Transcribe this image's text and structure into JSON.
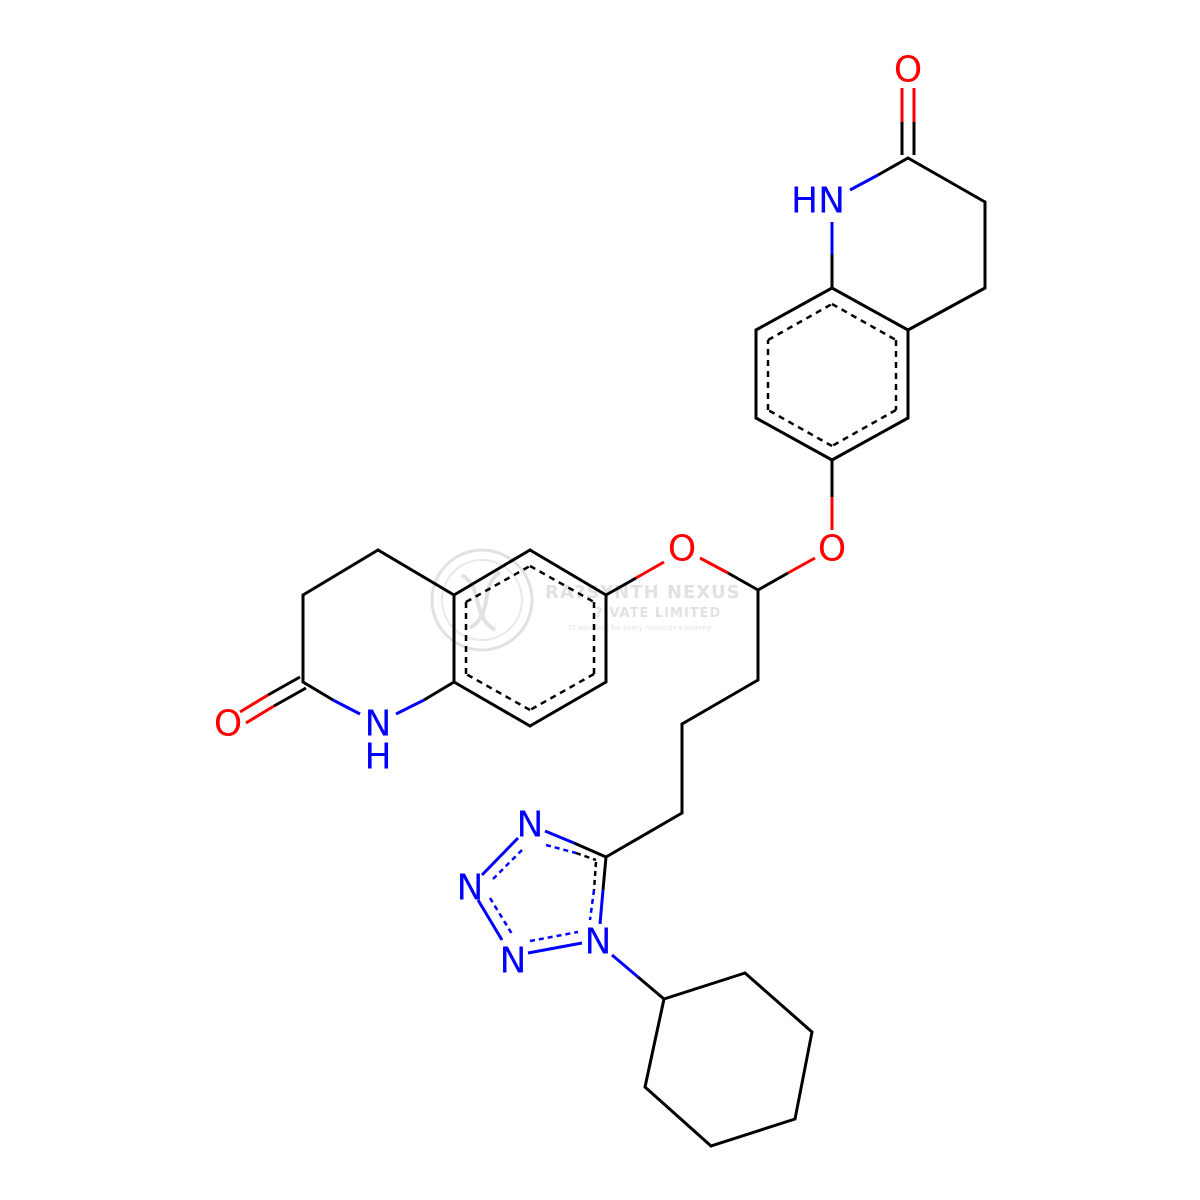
{
  "colors": {
    "carbon_bond": "#000000",
    "nitrogen": "#0000ff",
    "oxygen": "#ff0000",
    "watermark": "#c7ccc7"
  },
  "watermark": {
    "title": "RA?SYNTH NEXUS",
    "subtitle": "?IVATE LIMITED",
    "tagline": "?? solutions for every molecule's journey"
  },
  "atoms": {
    "o_carbonyl_top": "O",
    "nh_top": "HN",
    "o_ether_right": "O",
    "o_ether_left": "O",
    "o_carbonyl_left": "O",
    "nh_left_n": "N",
    "nh_left_h": "H",
    "n_tetrazole_top": "N",
    "n_tetrazole_mid": "N",
    "n_tetrazole_bottom": "N",
    "n_tetrazole_right": "N"
  }
}
